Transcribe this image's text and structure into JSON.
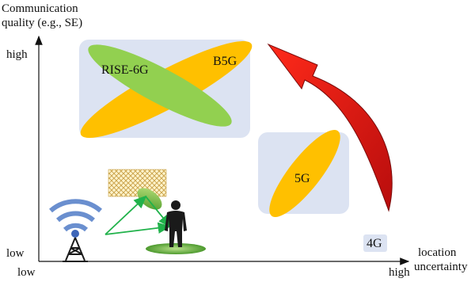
{
  "y_axis": {
    "title_line1": "Communication",
    "title_line2": "quality (e.g., SE)",
    "high": "high",
    "low": "low"
  },
  "x_axis": {
    "title_line1": "location",
    "title_line2": "uncertainty",
    "high": "high",
    "low": "low"
  },
  "regions": {
    "rise6g": "RISE-6G",
    "b5g": "B5G",
    "g5": "5G",
    "g4": "4G"
  },
  "colors": {
    "region_box": "#dce3f2",
    "ellipse_orange": "#ffc000",
    "ellipse_green": "#92d050",
    "arrow_red": "#e01010",
    "link_green": "#21b24b",
    "tower_blue": "#4a78c2"
  }
}
